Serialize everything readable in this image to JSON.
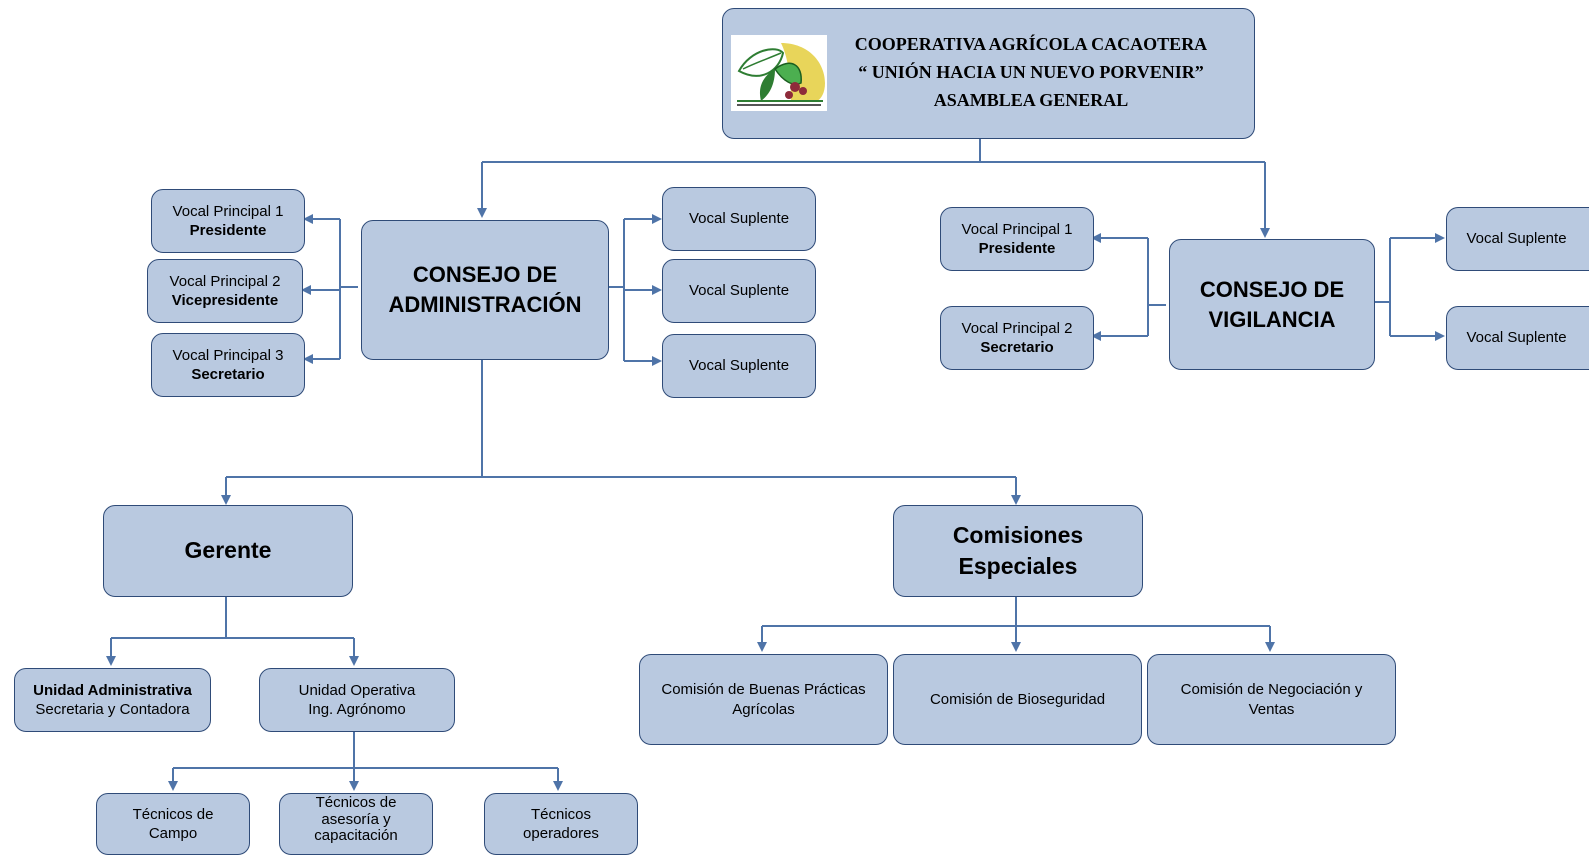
{
  "header": {
    "line1": "COOPERATIVA AGRÍCOLA CACAOTERA",
    "line2": "“ UNIÓN HACIA UN NUEVO PORVENIR”",
    "line3": "ASAMBLEA GENERAL",
    "logo_icon": "cacao-leaf-logo-icon"
  },
  "admin": {
    "title_1": "CONSEJO DE",
    "title_2": "ADMINISTRACIÓN",
    "principals": [
      {
        "label": "Vocal Principal 1",
        "role": "Presidente"
      },
      {
        "label": "Vocal Principal 2",
        "role": "Vicepresidente"
      },
      {
        "label": "Vocal Principal 3",
        "role": "Secretario"
      }
    ],
    "suplentes": [
      "Vocal Suplente",
      "Vocal Suplente",
      "Vocal Suplente"
    ]
  },
  "vigilancia": {
    "title_1": "CONSEJO DE",
    "title_2": "VIGILANCIA",
    "principals": [
      {
        "label": "Vocal Principal 1",
        "role": "Presidente"
      },
      {
        "label": "Vocal Principal 2",
        "role": "Secretario"
      }
    ],
    "suplentes": [
      "Vocal Suplente",
      "Vocal Suplente"
    ]
  },
  "gerente": {
    "title": "Gerente",
    "unidad_admin": {
      "title": "Unidad Administrativa",
      "sub": "Secretaria y Contadora"
    },
    "unidad_oper": {
      "title": "Unidad Operativa",
      "sub": "Ing. Agrónomo"
    },
    "tecnicos": [
      {
        "l1": "Técnicos de",
        "l2": "Campo",
        "l3": ""
      },
      {
        "l1": "Técnicos de",
        "l2": "asesoría y",
        "l3": "capacitación"
      },
      {
        "l1": "Técnicos",
        "l2": "operadores",
        "l3": ""
      }
    ]
  },
  "comisiones": {
    "title_1": "Comisiones",
    "title_2": "Especiales",
    "items": [
      {
        "l1": "Comisión de Buenas Prácticas",
        "l2": "Agrícolas"
      },
      {
        "l1": "Comisión de Bioseguridad",
        "l2": ""
      },
      {
        "l1": "Comisión de Negociación y",
        "l2": "Ventas"
      }
    ]
  },
  "colors": {
    "box_fill": "#b9c9e0",
    "box_border": "#2f4b78",
    "connector": "#4f74a8"
  }
}
